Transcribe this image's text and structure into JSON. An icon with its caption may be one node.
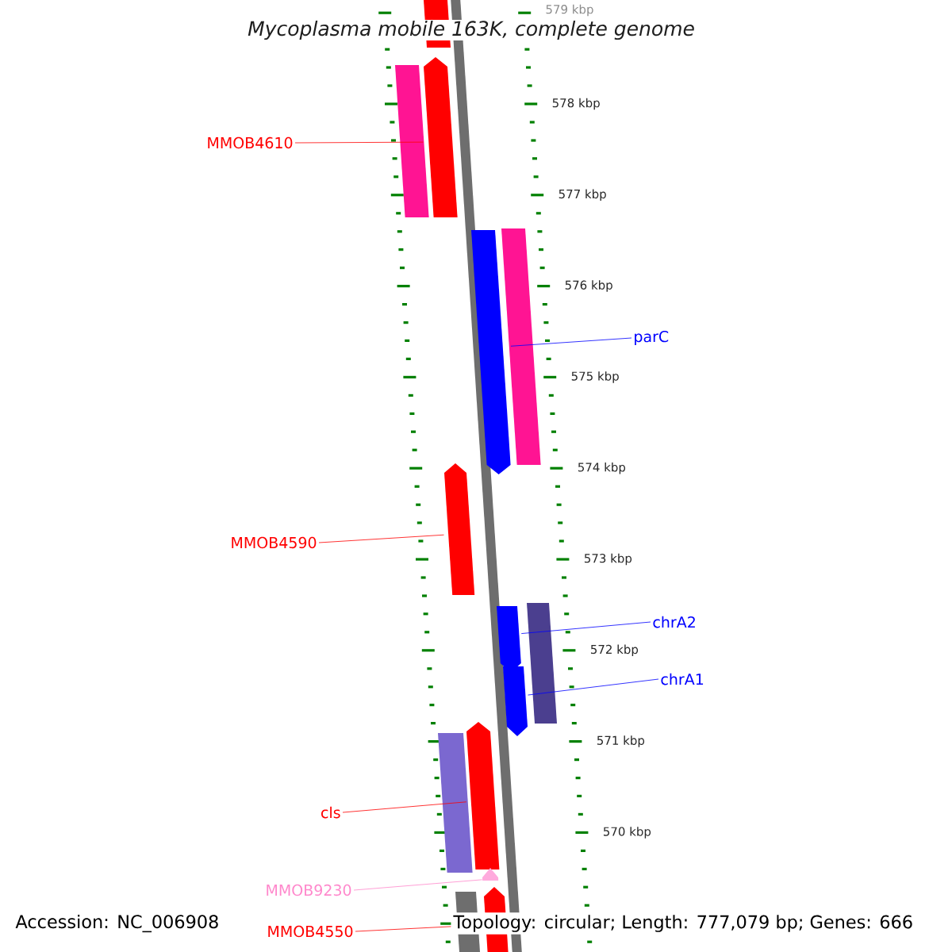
{
  "diagram": {
    "title": "Mycoplasma mobile 163K, complete genome",
    "nodes": [
      {
        "text": [
          "MMOB4610"
        ]
      },
      {
        "text": [],
        "shape": "bar"
      },
      {
        "text": [],
        "shape": "bar"
      },
      {
        "text": [],
        "shape": "bar"
      },
      {
        "text": [],
        "shape": "bar"
      },
      {
        "text": [],
        "shape": "bar"
      },
      {
        "text": [
          "parC"
        ]
      },
      {
        "text": [
          "MMOB4590"
        ]
      },
      {
        "text": [],
        "shape": "bar"
      },
      {
        "text": [],
        "shape": "bar"
      },
      {
        "text": [],
        "shape": "bar"
      },
      {
        "text": [
          "chrA2"
        ]
      },
      {
        "text": [],
        "shape": "bar"
      },
      {
        "text": [
          "chrA1"
        ]
      },
      {
        "text": [],
        "shape": "bar"
      },
      {
        "text": [],
        "shape": "bar"
      },
      {
        "text": [
          "cls"
        ]
      },
      {
        "text": [
          "MMOB9230"
        ]
      },
      {
        "text": [],
        "shape": "bar"
      },
      {
        "text": [],
        "shape": "bar"
      },
      {
        "text": [
          "MMOB4550"
        ]
      },
      {
        "text": [],
        "shape": "bar"
      }
    ],
    "edges": [
      {
        "from": 0,
        "to": 3,
        "arrow": "none"
      },
      {
        "from": 6,
        "to": 4,
        "arrow": "none",
        "color": "#0000ff"
      },
      {
        "from": 7,
        "to": 8,
        "arrow": "none"
      },
      {
        "from": 11,
        "to": 9,
        "arrow": "none",
        "color": "#0000ff"
      },
      {
        "from": 13,
        "to": 12,
        "arrow": "none",
        "color": "#0000ff"
      },
      {
        "from": 16,
        "to": 15,
        "arrow": "none"
      },
      {
        "from": 17,
        "to": 18,
        "arrow": "none",
        "color": "#ff88cc"
      },
      {
        "from": 20,
        "to": 21,
        "arrow": "none"
      }
    ],
    "labels": [
      "579 kbp",
      "578 kbp",
      "577 kbp",
      "576 kbp",
      "575 kbp",
      "574 kbp",
      "573 kbp",
      "572 kbp",
      "571 kbp",
      "570 kbp",
      "Accession: NC_006908",
      "Topology: circular; Length: 777,079 bp; Genes: 666"
    ]
  }
}
